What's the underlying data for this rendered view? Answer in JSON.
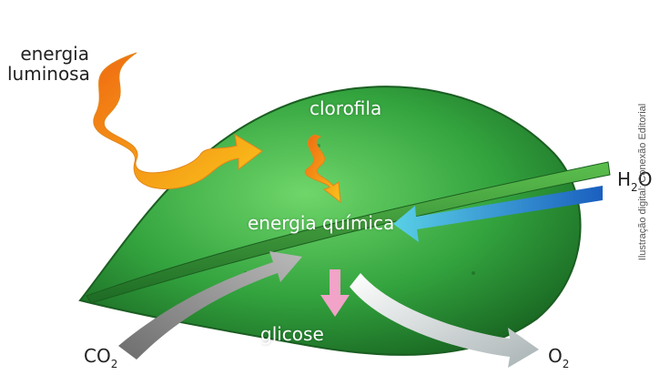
{
  "labels": {
    "energia_luminosa": "energia\nluminosa",
    "clorofila": "clorofila",
    "energia_quimica": "energia química",
    "glicose": "glicose",
    "h2o_main": "H",
    "h2o_sub": "2",
    "h2o_end": "O",
    "co2_main": "CO",
    "co2_sub": "2",
    "o2_main": "O",
    "o2_sub": "2"
  },
  "credit": "Ilustração digital: Conexão Editorial",
  "colors": {
    "leaf_dark": "#1f7a2c",
    "leaf_light": "#5fcf5a",
    "light_arrow": "#f7a21b",
    "water_arrow": "#2a8fd8",
    "co2_arrow": "#8a8a8a",
    "o2_arrow": "#cfe6e0",
    "glucose_arrow": "#f1a3c8"
  }
}
